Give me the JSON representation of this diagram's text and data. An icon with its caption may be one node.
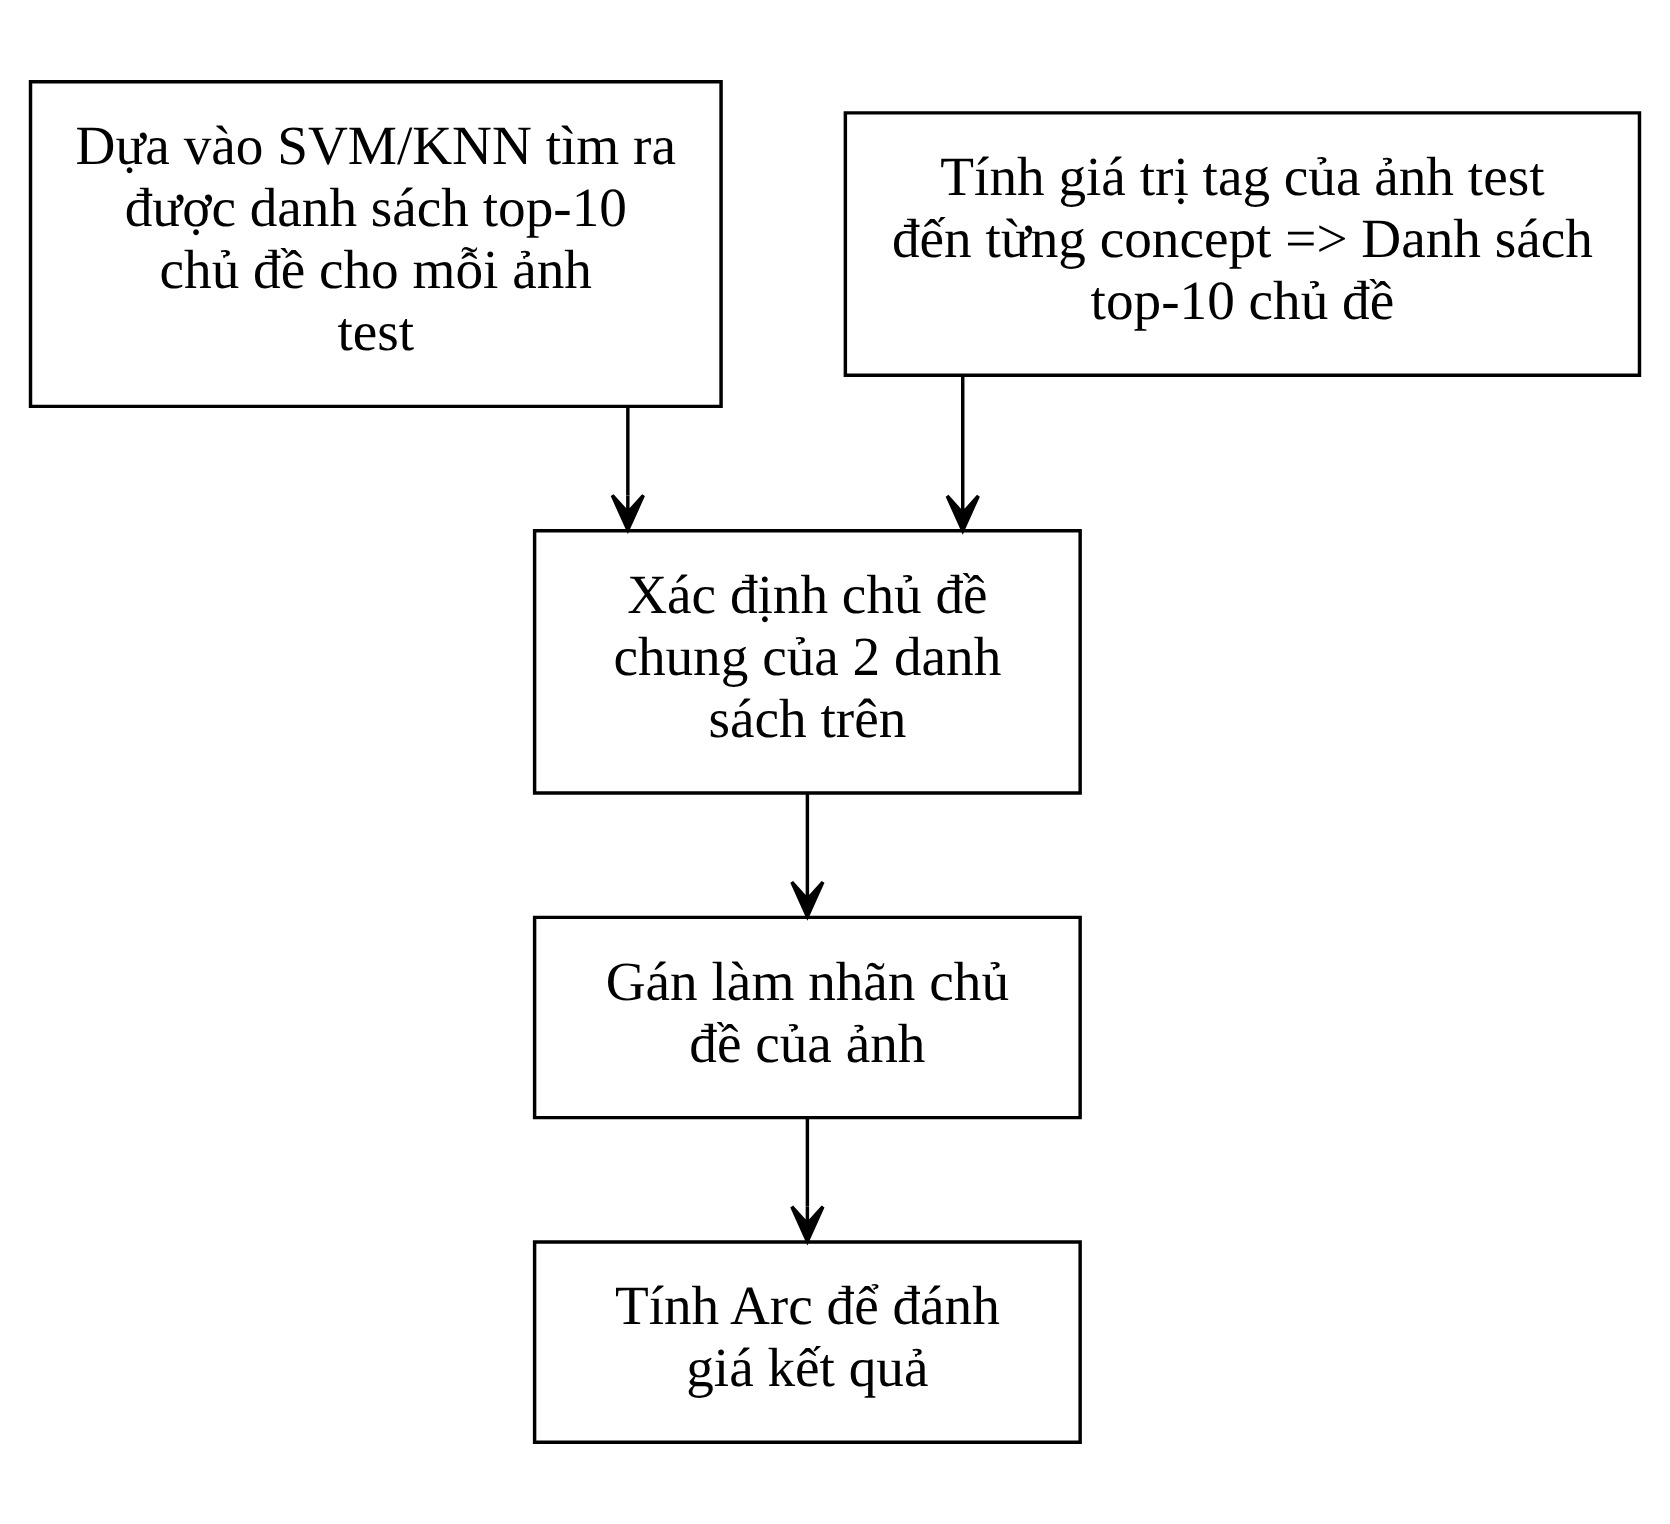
{
  "diagram": {
    "nodes": [
      {
        "text": [
          "Dựa vào SVM/KNN tìm ra được danh sách top-10 chủ đề cho mỗi ảnh test"
        ]
      },
      {
        "text": [
          "Tính giá trị tag của ảnh test đến từng concept => Danh sách top-10 chủ đề"
        ]
      },
      {
        "text": [
          "Xác định chủ đề chung của 2 danh sách trên"
        ]
      },
      {
        "text": [
          "Gán làm nhãn chủ đề của ảnh"
        ]
      },
      {
        "text": [
          "Tính Arc để đánh giá kết quả"
        ]
      }
    ],
    "edges": [
      {
        "from": 0,
        "to": 2,
        "arrow": "to"
      },
      {
        "from": 1,
        "to": 2,
        "arrow": "to"
      },
      {
        "from": 2,
        "to": 3,
        "arrow": "to"
      },
      {
        "from": 3,
        "to": 4,
        "arrow": "to"
      }
    ]
  }
}
